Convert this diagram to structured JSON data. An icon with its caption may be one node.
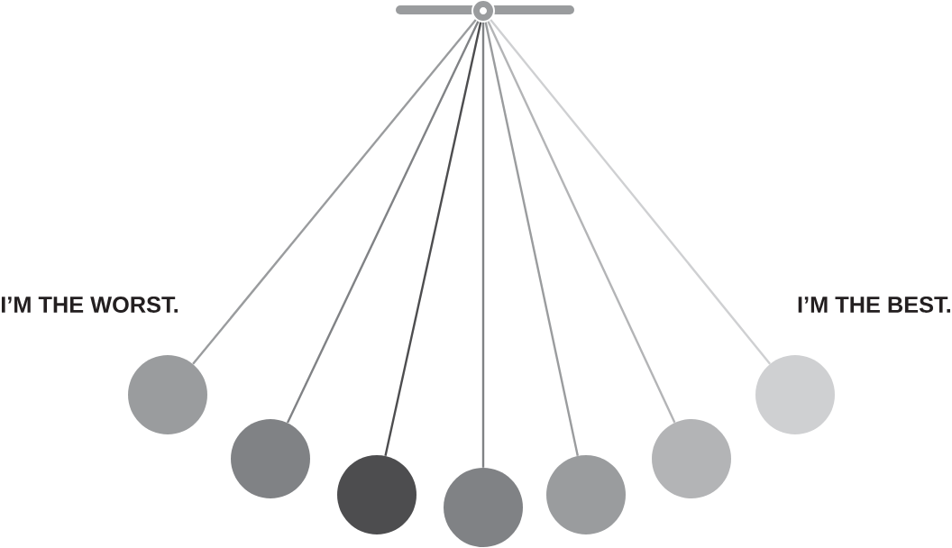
{
  "diagram": {
    "nodes": [
      {
        "text": [],
        "shape": "circle"
      },
      {
        "text": [],
        "shape": "circle"
      },
      {
        "text": [],
        "shape": "circle"
      },
      {
        "text": [],
        "shape": "circle"
      },
      {
        "text": [],
        "shape": "circle"
      },
      {
        "text": [],
        "shape": "circle"
      },
      {
        "text": [],
        "shape": "circle"
      },
      {
        "text": [],
        "shape": "circle"
      }
    ],
    "edges": [
      {
        "from": 0,
        "to": 1,
        "arrow": "none",
        "color": "#9a9c9e"
      },
      {
        "from": 0,
        "to": 2,
        "arrow": "none",
        "color": "#808285"
      },
      {
        "from": 0,
        "to": 3,
        "arrow": "none",
        "color": "#4d4d4f"
      },
      {
        "from": 0,
        "to": 4,
        "arrow": "none",
        "color": "#808285"
      },
      {
        "from": 0,
        "to": 5,
        "arrow": "none",
        "color": "#9a9c9e"
      },
      {
        "from": 0,
        "to": 6,
        "arrow": "none",
        "color": "#b3b4b6"
      },
      {
        "from": 0,
        "to": 7,
        "arrow": "none",
        "color": "#cfd0d2"
      }
    ],
    "labels": [
      "I’M THE WORST.",
      "I’M THE BEST."
    ]
  }
}
